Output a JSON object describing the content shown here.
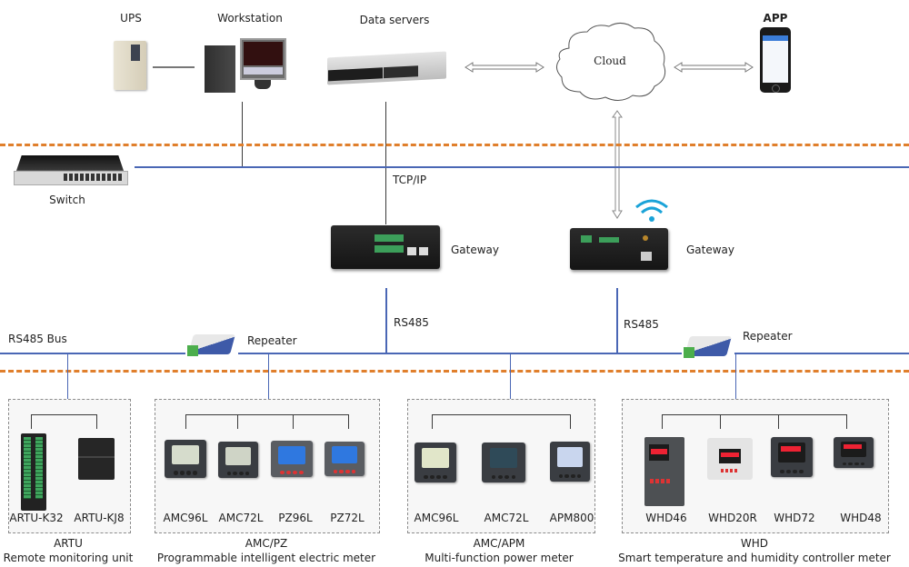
{
  "top": {
    "ups": "UPS",
    "workstation": "Workstation",
    "data_servers": "Data servers",
    "cloud": "Cloud",
    "app": "APP",
    "switch": "Switch",
    "tcpip": "TCP/IP"
  },
  "gateways": [
    {
      "label": "Gateway",
      "wireless": false
    },
    {
      "label": "Gateway",
      "wireless": true
    }
  ],
  "bus": {
    "rs485_bus": "RS485 Bus",
    "rs485_left": "RS485",
    "rs485_right": "RS485",
    "repeater_left": "Repeater",
    "repeater_right": "Repeater"
  },
  "groups": [
    {
      "title": "ARTU",
      "subtitle": "Remote monitoring unit",
      "devices": [
        "ARTU-K32",
        "ARTU-KJ8"
      ]
    },
    {
      "title": "AMC/PZ",
      "subtitle": "Programmable intelligent electric meter",
      "devices": [
        "AMC96L",
        "AMC72L",
        "PZ96L",
        "PZ72L"
      ]
    },
    {
      "title": "AMC/APM",
      "subtitle": "Multi-function power meter",
      "devices": [
        "AMC96L",
        "AMC72L",
        "APM800"
      ]
    },
    {
      "title": "WHD",
      "subtitle": "Smart temperature and humidity controller meter",
      "devices": [
        "WHD46",
        "WHD20R",
        "WHD72",
        "WHD48"
      ]
    }
  ],
  "colors": {
    "network_line": "#4a67b5",
    "zone_divider": "#e07f2c",
    "wifi": "#1aa3d8"
  }
}
